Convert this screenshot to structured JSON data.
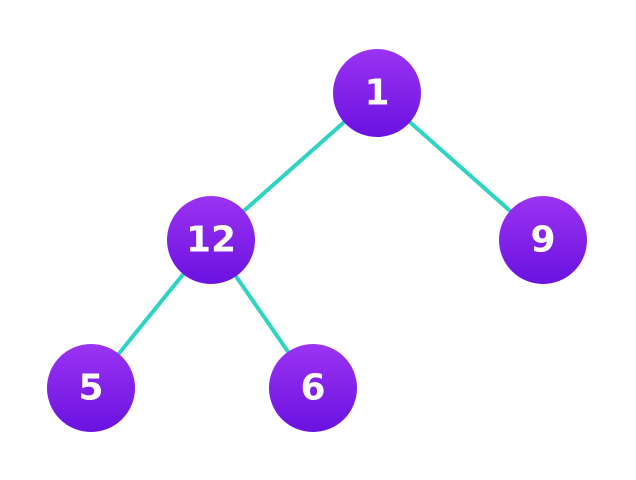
{
  "colors": {
    "background": "#ffffff",
    "edge": "#2dd4c4",
    "node_top": "#9b33f2",
    "node_bottom": "#6a12e0",
    "label": "#ffffff"
  },
  "tree": {
    "nodes": [
      {
        "id": "n1",
        "label": "1"
      },
      {
        "id": "n12",
        "label": "12"
      },
      {
        "id": "n9",
        "label": "9"
      },
      {
        "id": "n5",
        "label": "5"
      },
      {
        "id": "n6",
        "label": "6"
      }
    ],
    "edges": [
      {
        "from": "n1",
        "to": "n12"
      },
      {
        "from": "n1",
        "to": "n9"
      },
      {
        "from": "n12",
        "to": "n5"
      },
      {
        "from": "n12",
        "to": "n6"
      }
    ]
  }
}
